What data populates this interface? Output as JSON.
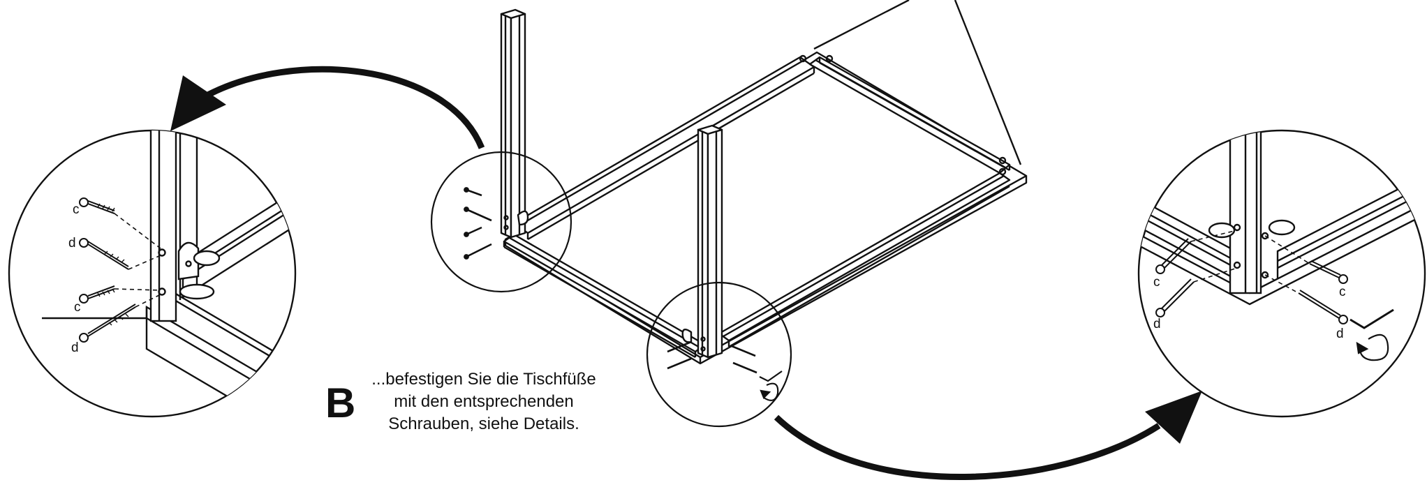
{
  "step": {
    "letter": "B",
    "lines": [
      "...befestigen Sie die Tischfüße",
      "mit den entsprechenden",
      "Schrauben, siehe Details."
    ]
  },
  "left_detail": {
    "labels": [
      "c",
      "d",
      "c",
      "d"
    ]
  },
  "right_detail": {
    "labels": [
      "c",
      "d",
      "c",
      "d"
    ]
  },
  "icons": {
    "leg": "table-leg",
    "screw": "screw-icon",
    "allen_key": "allen-key-icon",
    "rotation": "rotation-arrow-icon"
  },
  "colors": {
    "line": "#111111",
    "background": "#ffffff"
  }
}
